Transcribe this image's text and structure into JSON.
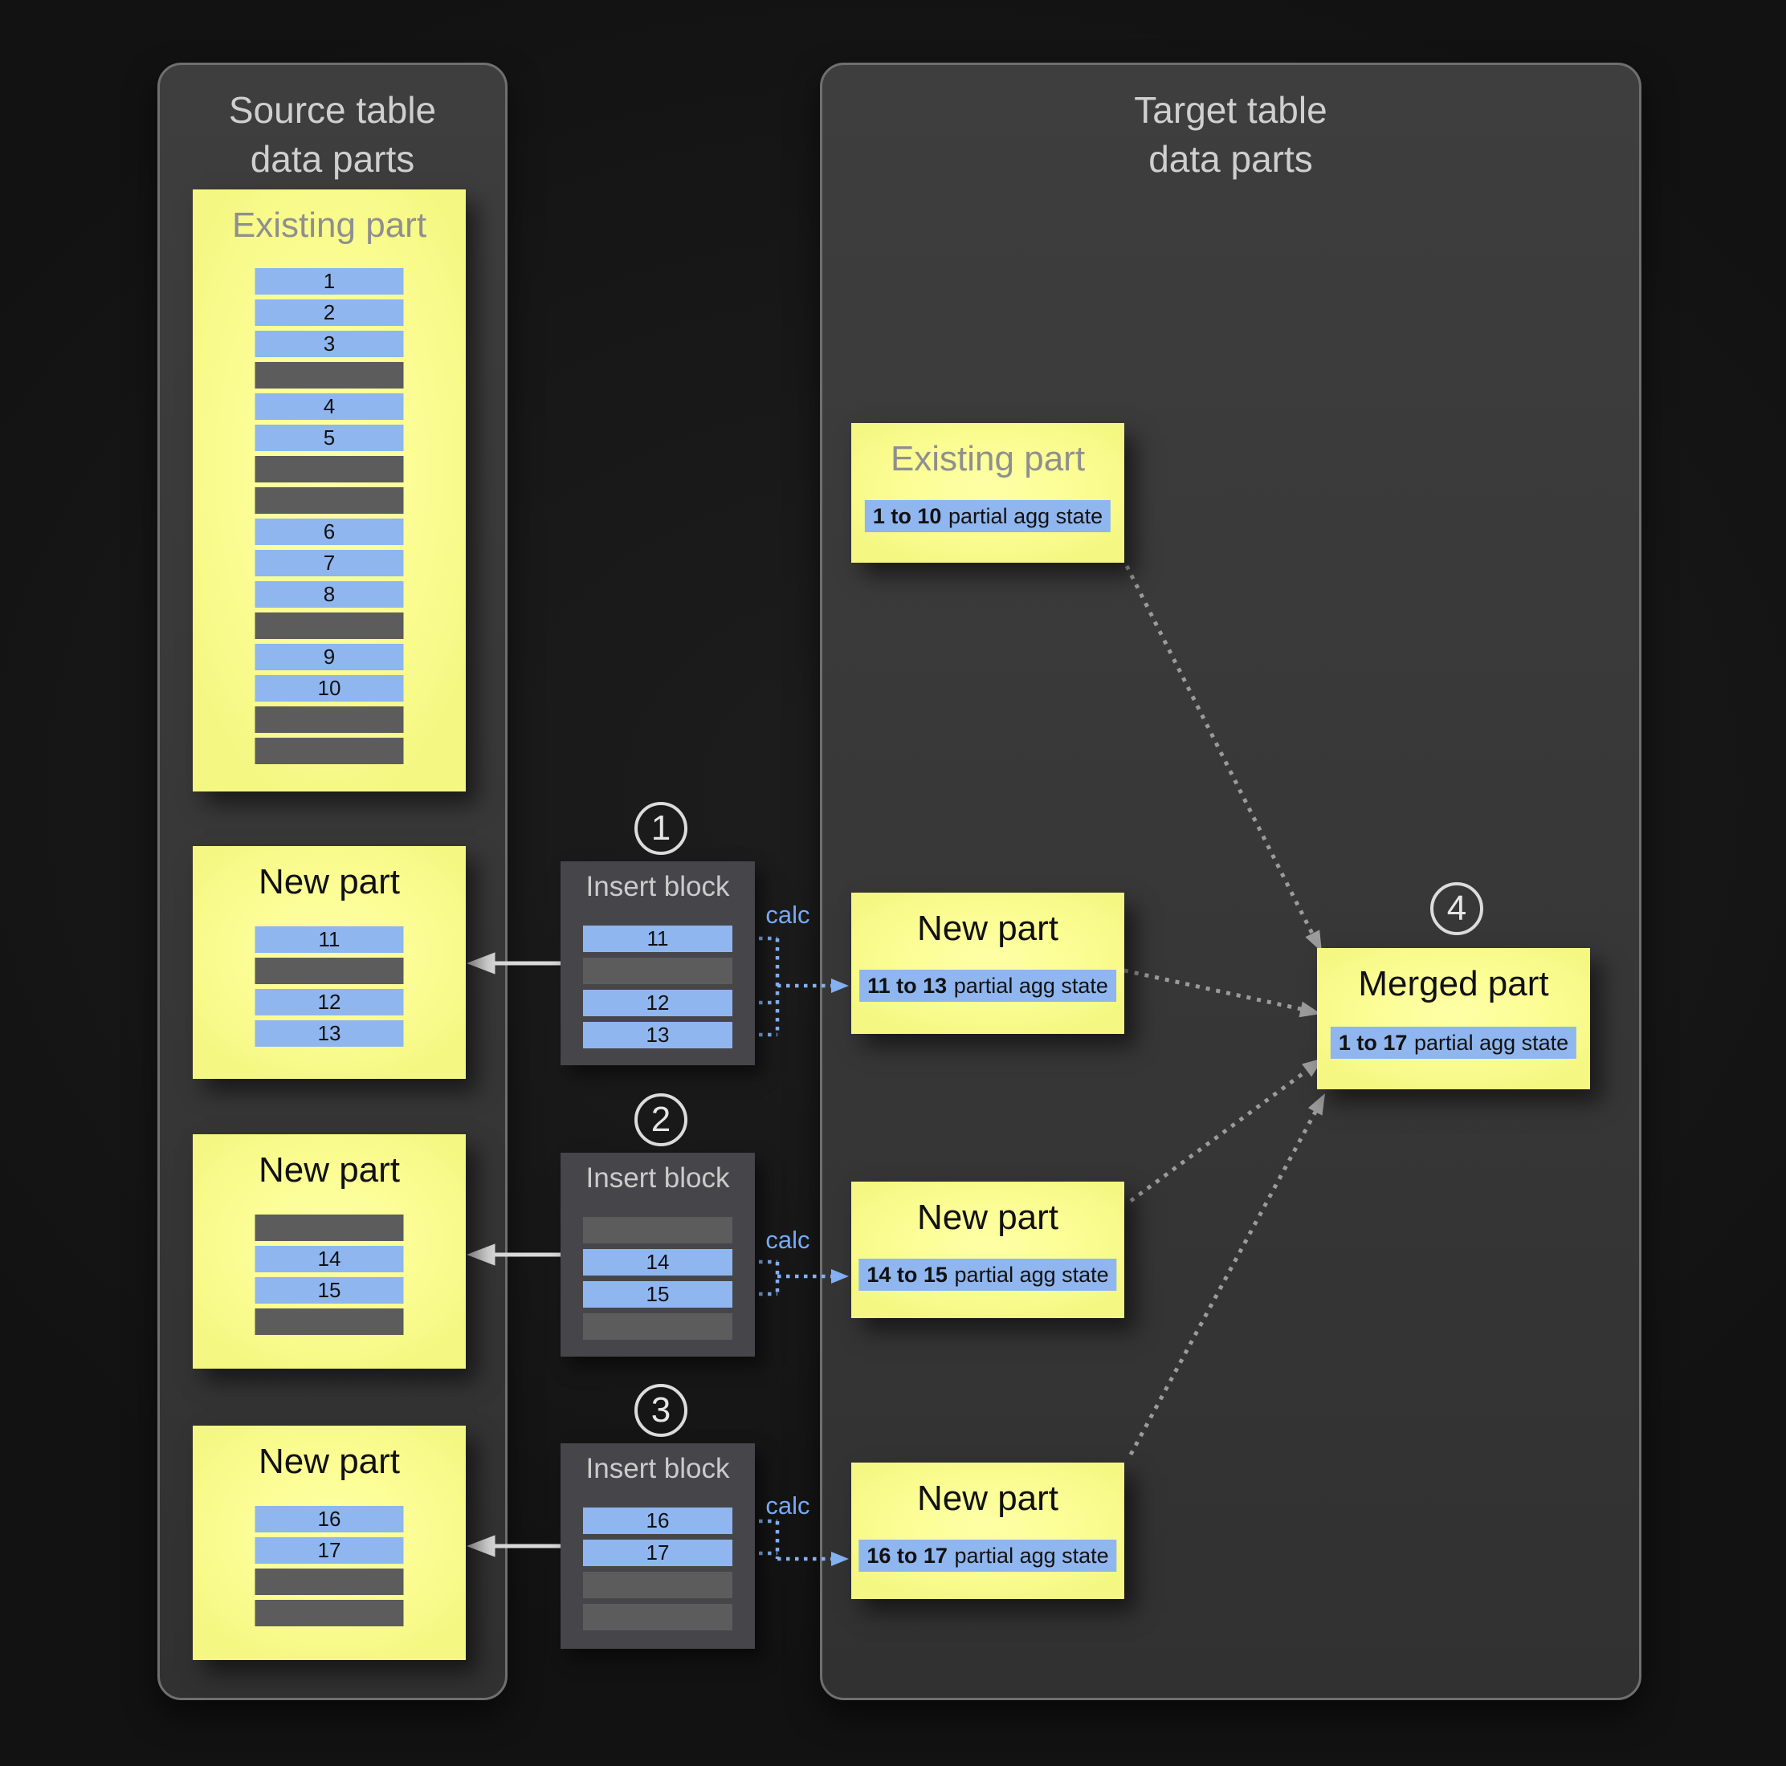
{
  "colors": {
    "background": "#171717",
    "panel_fill": "#383838",
    "panel_border": "#6f6f6f",
    "part_yellow": "#fbfd93",
    "row_blue": "#8fb6ef",
    "row_gray": "#5c5c5c",
    "insert_block_fill": "#46464a",
    "calc_blue": "#77aaf5",
    "merge_arrow_gray": "#9b9b9b",
    "copy_arrow_white": "#d9d9d9",
    "muted_title_gray": "#8f8f8f",
    "panel_title_gray": "#cfcfcf"
  },
  "source_panel": {
    "title_line1": "Source table",
    "title_line2": "data parts",
    "existing_part": {
      "title": "Existing part",
      "rows": [
        "1",
        "2",
        "3",
        "",
        "4",
        "5",
        "",
        "",
        "6",
        "7",
        "8",
        "",
        "9",
        "10",
        "",
        ""
      ]
    },
    "new_parts": [
      {
        "title": "New part",
        "rows": [
          "11",
          "",
          "12",
          "13"
        ]
      },
      {
        "title": "New part",
        "rows": [
          "",
          "14",
          "15",
          ""
        ]
      },
      {
        "title": "New part",
        "rows": [
          "16",
          "17",
          "",
          ""
        ]
      }
    ]
  },
  "insert_blocks": [
    {
      "step": "1",
      "title": "Insert block",
      "calc_label": "calc",
      "rows": [
        "11",
        "",
        "12",
        "13"
      ]
    },
    {
      "step": "2",
      "title": "Insert block",
      "calc_label": "calc",
      "rows": [
        "",
        "14",
        "15",
        ""
      ]
    },
    {
      "step": "3",
      "title": "Insert block",
      "calc_label": "calc",
      "rows": [
        "16",
        "17",
        "",
        ""
      ]
    }
  ],
  "target_panel": {
    "title_line1": "Target table",
    "title_line2": "data parts",
    "existing_part": {
      "title": "Existing part",
      "agg_range": "1 to 10",
      "agg_label": "partial agg state"
    },
    "new_parts": [
      {
        "title": "New part",
        "agg_range": "11 to 13",
        "agg_label": "partial agg state"
      },
      {
        "title": "New part",
        "agg_range": "14 to 15",
        "agg_label": "partial agg state"
      },
      {
        "title": "New part",
        "agg_range": "16 to 17",
        "agg_label": "partial agg state"
      }
    ],
    "merged_part": {
      "step": "4",
      "title": "Merged part",
      "agg_range": "1 to 17",
      "agg_label": "partial agg state"
    }
  }
}
